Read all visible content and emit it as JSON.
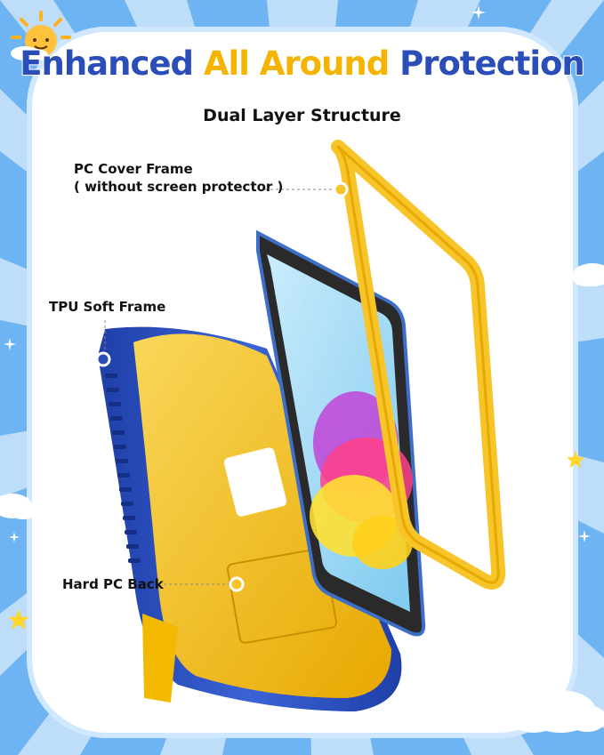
{
  "title": {
    "word1": "Enhanced",
    "word2": "All Around",
    "word3": "Protection"
  },
  "subtitle": "Dual Layer Structure",
  "callouts": {
    "pc_cover_frame_line1": "PC Cover Frame",
    "pc_cover_frame_line2": "( without screen protector )",
    "tpu_soft_frame": "TPU Soft Frame",
    "hard_pc_back": "Hard PC Back"
  },
  "colors": {
    "blue": "#2a4db8",
    "yellow": "#f5b400",
    "sky": "#5aa6ee",
    "frame_yellow": "#f7c42a"
  },
  "icons": [
    "sun-icon",
    "cloud-icon",
    "star-icon",
    "sparkle-icon"
  ]
}
